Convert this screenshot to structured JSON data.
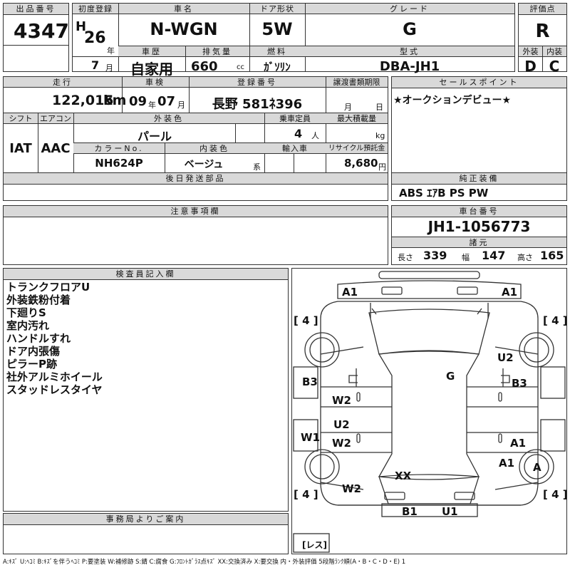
{
  "lot": {
    "label": "出品番号",
    "value": "4347"
  },
  "first_reg": {
    "label": "初度登録",
    "era": "H",
    "year": "26",
    "year_unit": "年",
    "month": "7",
    "month_unit": "月"
  },
  "car_name": {
    "label": "車名",
    "value": "N-WGN"
  },
  "door": {
    "label": "ドア形状",
    "value": "5W"
  },
  "grade": {
    "label": "グレード",
    "value": "G"
  },
  "score": {
    "label": "評価点",
    "value": "R"
  },
  "history": {
    "label": "車歴",
    "value": "自家用"
  },
  "displacement": {
    "label": "排気量",
    "value": "660",
    "unit": "cc"
  },
  "fuel": {
    "label": "燃料",
    "value": "ｶﾞｿﾘﾝ"
  },
  "model": {
    "label": "型式",
    "value": "DBA-JH1"
  },
  "ext_grade": {
    "label": "外装",
    "value": "D"
  },
  "int_grade": {
    "label": "内装",
    "value": "C"
  },
  "mileage": {
    "label": "走行",
    "value": "122,015",
    "unit": "km"
  },
  "inspection": {
    "label": "車検",
    "year": "09",
    "year_unit": "年",
    "month": "07",
    "month_unit": "月"
  },
  "plate": {
    "label": "登録番号",
    "value": "長野 581ﾈ396"
  },
  "transfer_deadline": {
    "label": "譲渡書類期限",
    "month_unit": "月",
    "day_unit": "日"
  },
  "sales_point": {
    "label": "セールスポイント",
    "text": "★オークションデビュー★"
  },
  "shift": {
    "label": "シフト",
    "value": "IAT"
  },
  "aircon": {
    "label": "エアコン",
    "value": "AAC"
  },
  "ext_color": {
    "label": "外装色",
    "value": "パール"
  },
  "capacity": {
    "label": "乗車定員",
    "value": "4",
    "unit": "人"
  },
  "max_load": {
    "label": "最大積載量",
    "unit": "kg"
  },
  "color_no": {
    "label": "カラーNo.",
    "value": "NH624P"
  },
  "int_color": {
    "label": "内装色",
    "value": "ベージュ",
    "suffix": "系"
  },
  "import": {
    "label": "輸入車"
  },
  "recycle": {
    "label": "リサイクル預託金",
    "value": "8,680",
    "unit": "円"
  },
  "later_parts": {
    "label": "後日発送部品"
  },
  "genuine_equip": {
    "label": "純正装備",
    "value": "ABS ｴｱB PS PW"
  },
  "notes": {
    "label": "注意事項欄"
  },
  "chassis": {
    "label": "車台番号",
    "value": "JH1-1056773"
  },
  "specs": {
    "label": "諸元",
    "length_label": "長さ",
    "length": "339",
    "width_label": "幅",
    "width": "147",
    "height_label": "高さ",
    "height": "165"
  },
  "inspector": {
    "label": "検査員記入欄",
    "lines": [
      "トランクフロアU",
      "外装鉄粉付着",
      "下廻りS",
      "室内汚れ",
      "ハンドルすれ",
      "ドア内張傷",
      "ピラーP跡",
      "社外アルミホイール",
      "スタッドレスタイヤ"
    ]
  },
  "office": {
    "label": "事務局よりご案内"
  },
  "diagram": {
    "marks": [
      "A1",
      "A1",
      "G",
      "U2",
      "B3",
      "B3",
      "W2",
      "U2",
      "W2",
      "W1",
      "A1",
      "A1",
      "A",
      "XX",
      "W2",
      "B1",
      "U1"
    ],
    "tire_marks": [
      "4",
      "4",
      "4",
      "4"
    ],
    "bracket_left": "[",
    "bracket_right": "]",
    "no_spare": "[レス]"
  },
  "legend": "A:ｷｽﾞ U:ﾍｺﾐ B:ｷｽﾞを伴うﾍｺﾐ P:要塗装 W:補修跡 S:錆 C:腐食 G:ﾌﾛﾝﾄｶﾞﾗｽ点ｷｽﾞ XX:交換済み X:要交換 内・外装評価 5段階ﾗﾝｸ順(A・B・C・D・E) 1"
}
